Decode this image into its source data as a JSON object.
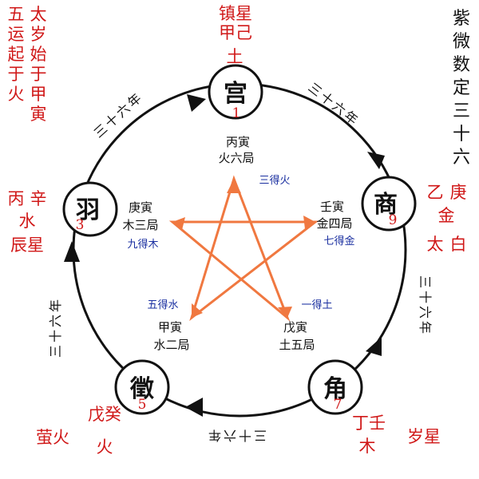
{
  "title_vertical": "紫微数定三十六",
  "left_top": {
    "col1": "五运起于火",
    "col2": "太岁始于甲寅"
  },
  "interval_label": "三十六年",
  "nodes": [
    {
      "id": "gong",
      "name": "宫",
      "num": "1",
      "inner_ganzhi": "丙寅",
      "inner_ju": "火六局",
      "de": "三得火",
      "outer": [
        "镇星",
        "甲己",
        "土"
      ]
    },
    {
      "id": "shang",
      "name": "商",
      "num": "9",
      "inner_ganzhi": "壬寅",
      "inner_ju": "金四局",
      "de": "七得金",
      "outer": [
        "乙",
        "庚",
        "金",
        "太",
        "白"
      ]
    },
    {
      "id": "jiao",
      "name": "角",
      "num": "7",
      "inner_ganzhi": "戊寅",
      "inner_ju": "土五局",
      "de": "一得土",
      "outer": [
        "丁壬",
        "木",
        "岁星"
      ]
    },
    {
      "id": "zhi",
      "name": "徵",
      "num": "5",
      "inner_ganzhi": "甲寅",
      "inner_ju": "水二局",
      "de": "五得水",
      "outer": [
        "戊癸",
        "火",
        "萤火"
      ]
    },
    {
      "id": "yu",
      "name": "羽",
      "num": "3",
      "inner_ganzhi": "庚寅",
      "inner_ju": "木三局",
      "de": "九得木",
      "outer": [
        "丙",
        "辛",
        "水",
        "辰星"
      ]
    }
  ],
  "colors": {
    "red": "#d01818",
    "black": "#111111",
    "blue": "#1a2fa0",
    "star": "#f07840"
  }
}
